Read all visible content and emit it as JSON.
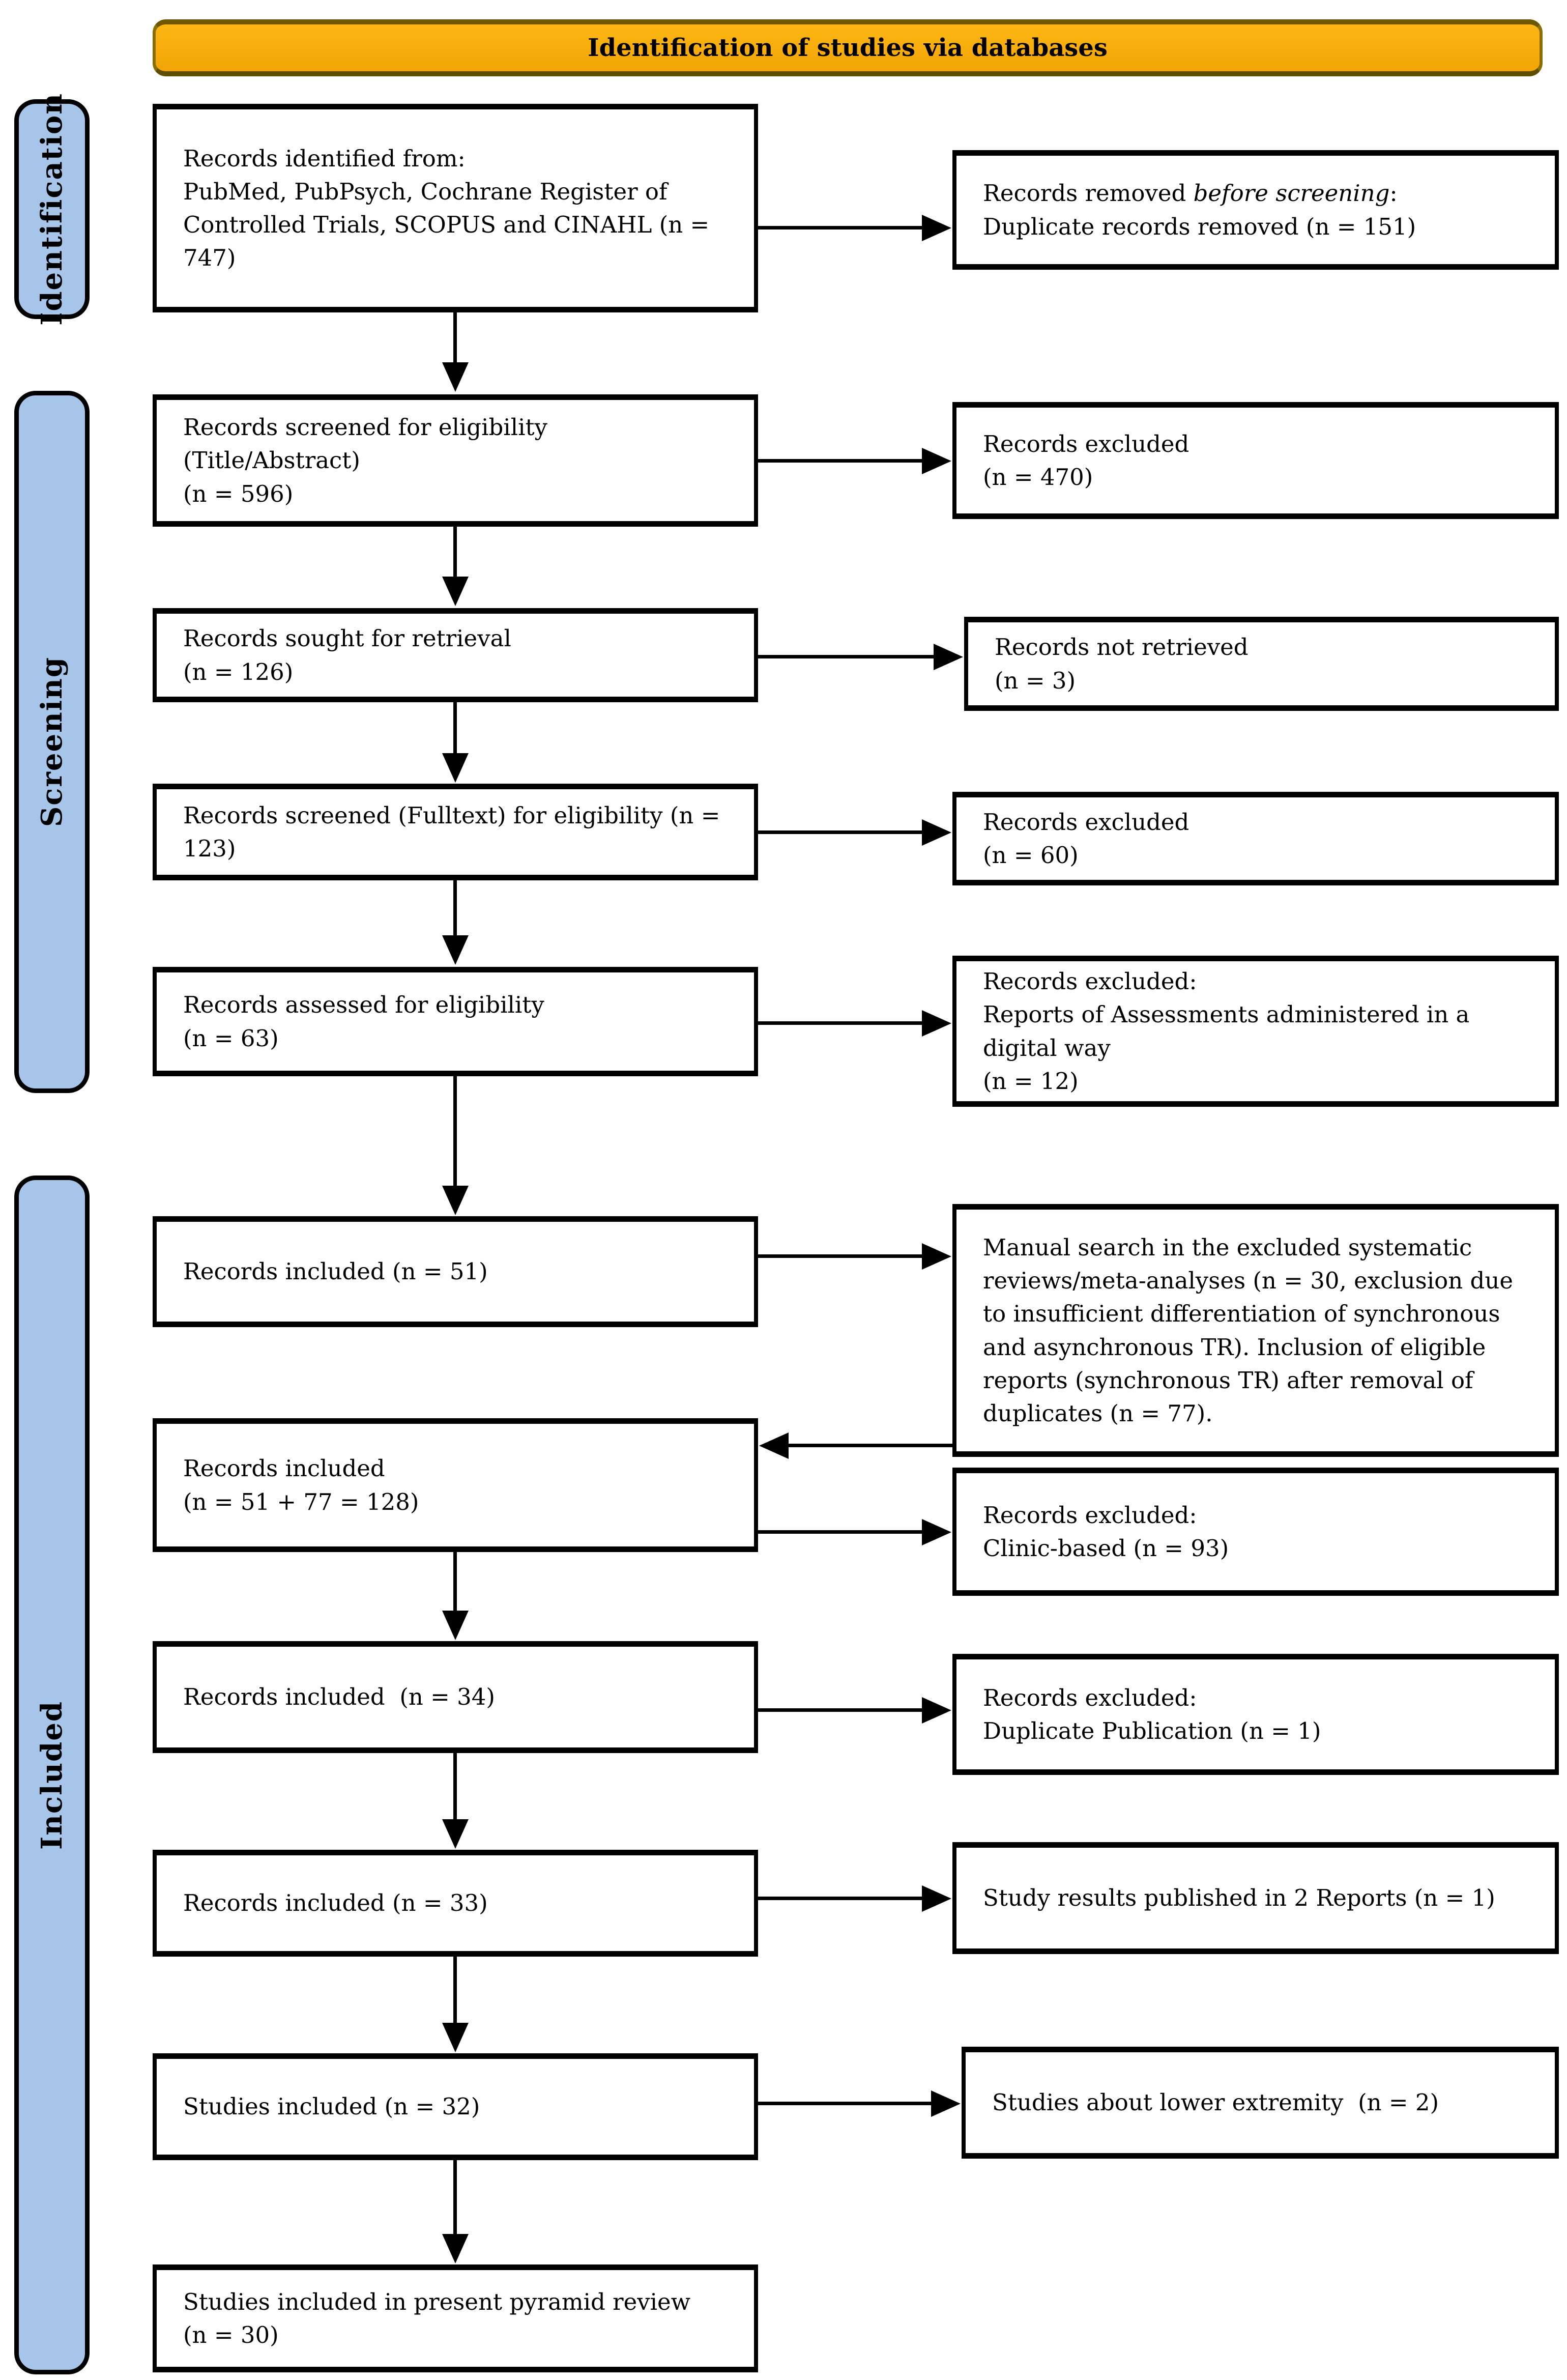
{
  "banner": {
    "title": "Identification of studies via databases"
  },
  "sidebar": {
    "identification": "Identification",
    "screening": "Screening",
    "included": "Included"
  },
  "colors": {
    "banner_fill": "#F7AB0E",
    "banner_border": "#6D5800",
    "sidebar_fill": "#A6C5E8",
    "box_border": "#000000",
    "arrow": "#000000"
  },
  "flow": {
    "left": [
      {
        "lines": [
          "Records identified from:",
          "PubMed, PubPsych, Cochrane Register of Controlled Trials, SCOPUS and CINAHL (n = 747)"
        ]
      },
      {
        "lines": [
          "Records screened for eligibility",
          "(Title/Abstract)",
          "(n = 596)"
        ]
      },
      {
        "lines": [
          "Records sought for retrieval",
          "(n = 126)"
        ]
      },
      {
        "lines": [
          "Records screened (Fulltext) for eligibility (n = 123)"
        ]
      },
      {
        "lines": [
          "Records assessed for eligibility",
          "(n = 63)"
        ]
      },
      {
        "lines": [
          "Records included (n = 51)"
        ]
      },
      {
        "lines": [
          "Records included",
          "(n = 51 + 77 = 128)"
        ]
      },
      {
        "lines": [
          "Records included  (n = 34)"
        ]
      },
      {
        "lines": [
          "Records included (n = 33)"
        ]
      },
      {
        "lines": [
          "Studies included (n = 32)"
        ]
      },
      {
        "lines": [
          "Studies included in present pyramid review",
          "(n = 30)"
        ]
      }
    ],
    "right": [
      {
        "pre": "Records removed ",
        "em": "before screening",
        "post": ":",
        "line2": "Duplicate records removed (n = 151)"
      },
      {
        "lines": [
          "Records excluded",
          "(n = 470)"
        ]
      },
      {
        "lines": [
          "Records not retrieved",
          "(n = 3)"
        ]
      },
      {
        "lines": [
          "Records excluded",
          "(n = 60)"
        ]
      },
      {
        "lines": [
          "Records excluded:",
          "Reports of Assessments administered in a digital way",
          "(n = 12)"
        ]
      },
      {
        "lines": [
          "Manual search in the excluded systematic reviews/meta-analyses (n = 30, exclusion due to insufficient differentiation of synchronous and asynchronous TR). Inclusion of eligible reports (synchronous TR) after removal of duplicates (n = 77)."
        ]
      },
      {
        "lines": [
          "Records excluded:",
          "Clinic-based (n = 93)"
        ]
      },
      {
        "lines": [
          "Records excluded:",
          "Duplicate Publication (n = 1)"
        ]
      },
      {
        "lines": [
          "Study results published in 2 Reports (n = 1)"
        ]
      },
      {
        "lines": [
          "Studies about lower extremity  (n = 2)"
        ]
      }
    ]
  }
}
